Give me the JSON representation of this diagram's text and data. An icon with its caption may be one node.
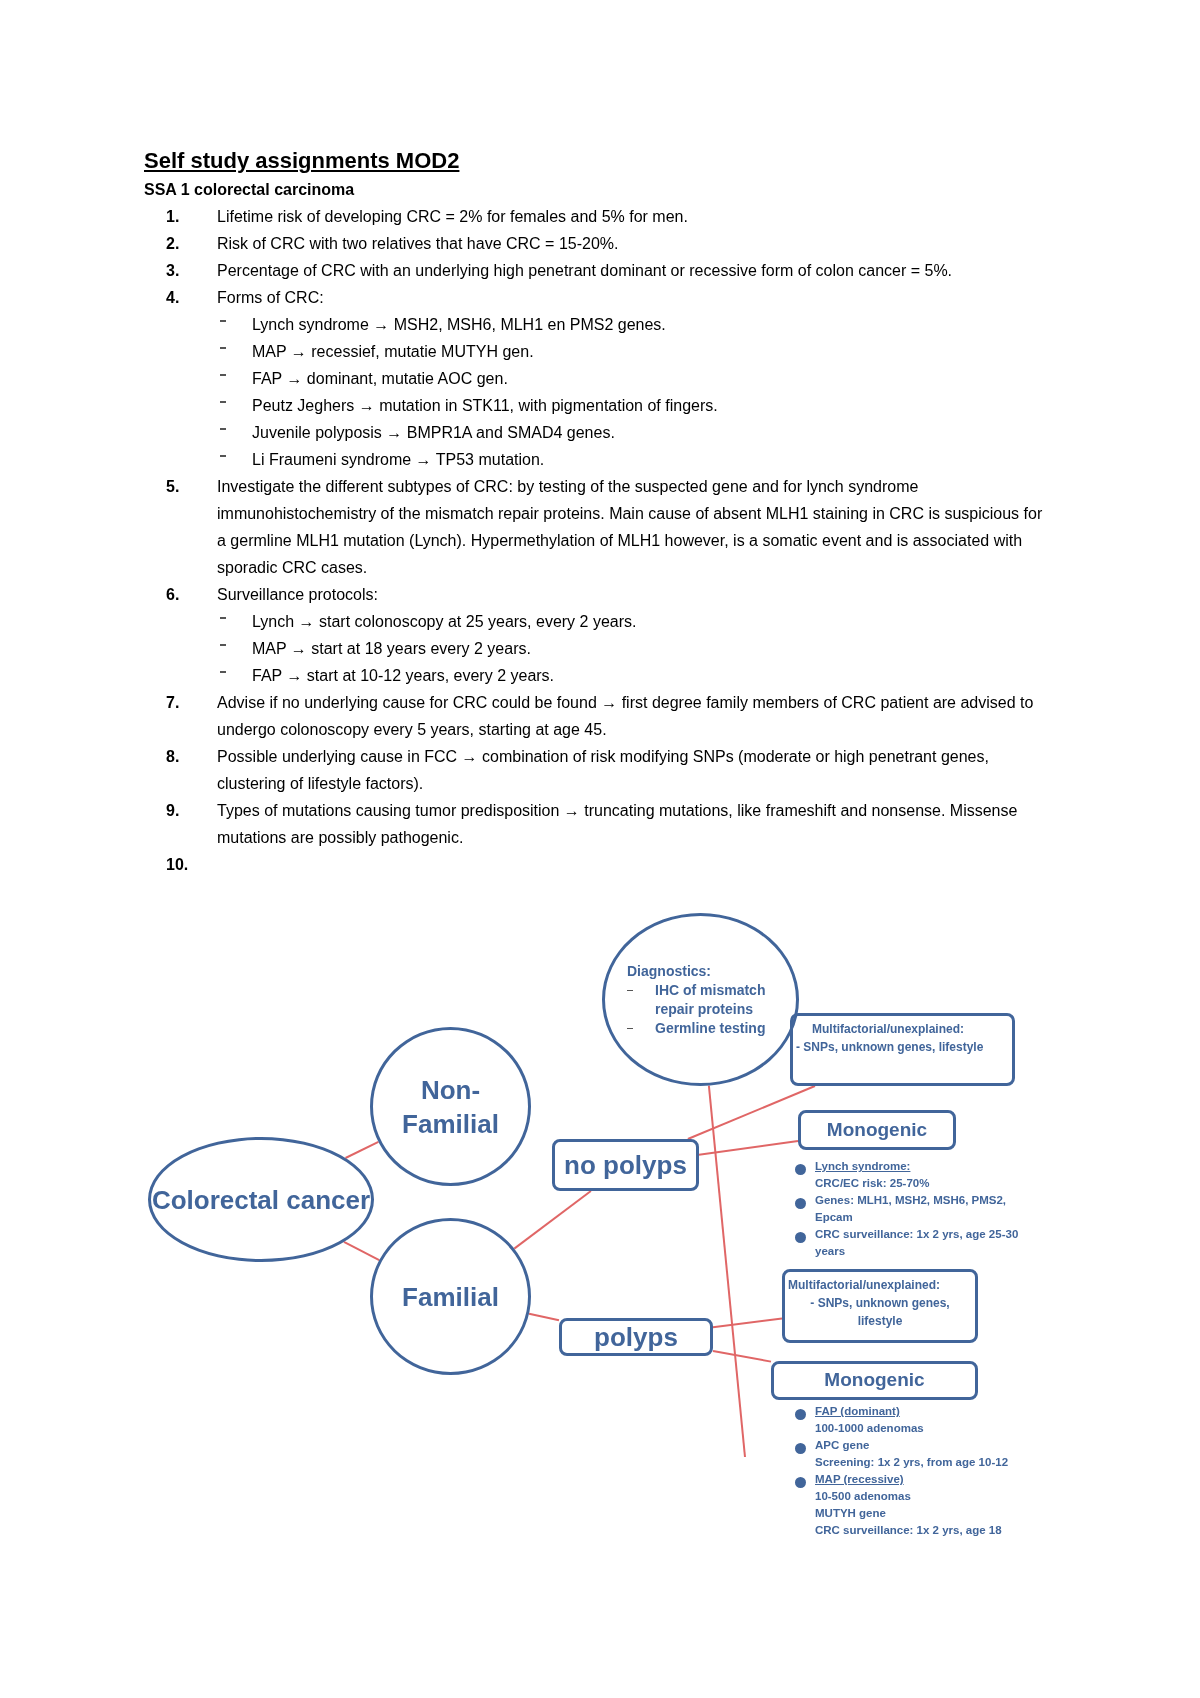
{
  "diagram": {
    "title": "Self study assignments MOD2",
    "nodes": [
      {
        "text": [
          "Colorectal cancer"
        ]
      },
      {
        "text": [
          "Non-Familial"
        ]
      },
      {
        "text": [
          "Familial"
        ]
      },
      {
        "text": [
          "no polyps"
        ]
      },
      {
        "text": [
          "polyps"
        ]
      },
      {
        "text": [
          "Diagnostics:",
          "IHC of mismatch repair proteins",
          "Germline testing"
        ]
      },
      {
        "text": [
          "Multifactorial/unexplained:",
          "- SNPs, unknown genes, lifestyle"
        ]
      },
      {
        "text": [
          "Monogenic"
        ],
        "beside": [
          "Lynch syndrome:",
          "CRC/EC risk: 25-70%",
          "Genes: MLH1, MSH2, MSH6, PMS2, Epcam",
          "CRC surveillance: 1x 2 yrs, age 25-30 years"
        ]
      },
      {
        "text": [
          "Multifactorial/unexplained:",
          "- SNPs, unknown genes, lifestyle"
        ]
      },
      {
        "text": [
          "Monogenic"
        ],
        "beside": [
          "FAP (dominant)",
          "100-1000 adenomas",
          "APC gene",
          "Screening: 1x 2 yrs, from age 10-12",
          "MAP (recessive)",
          "10-500 adenomas",
          "MUTYH gene",
          "CRC surveillance: 1x 2 yrs, age 18"
        ]
      }
    ],
    "edges": [
      {
        "from": 0,
        "to": 1,
        "arrow": "none"
      },
      {
        "from": 0,
        "to": 2,
        "arrow": "none"
      },
      {
        "from": 2,
        "to": 3,
        "arrow": "none"
      },
      {
        "from": 2,
        "to": 4,
        "arrow": "none"
      },
      {
        "from": 3,
        "to": 6,
        "arrow": "none"
      },
      {
        "from": 3,
        "to": 7,
        "arrow": "none"
      },
      {
        "from": 4,
        "to": 8,
        "arrow": "none"
      },
      {
        "from": 4,
        "to": 9,
        "arrow": "none"
      },
      {
        "from": 5,
        "to": null,
        "arrow": "none"
      }
    ],
    "labels": [
      "SSA 1 colorectal carcinoma",
      "1.",
      "Lifetime risk of developing CRC = 2% for females and 5% for men.",
      "2.",
      "Risk of CRC with two relatives that have CRC = 15-20%.",
      "3.",
      "Percentage of CRC with an underlying high penetrant dominant or recessive form of colon cancer = 5%.",
      "4.",
      "Forms of CRC:",
      "Lynch syndrome → MSH2, MSH6, MLH1 en PMS2 genes.",
      "MAP → recessief, mutatie MUTYH gen.",
      "FAP → dominant, mutatie AOC gen.",
      "Peutz Jeghers → mutation in STK11, with pigmentation of fingers.",
      "Juvenile polyposis → BMPR1A and SMAD4 genes.",
      "Li Fraumeni syndrome → TP53 mutation.",
      "5.",
      "Investigate the different subtypes of CRC: by testing of the suspected gene and for lynch syndrome immunohistochemistry of the mismatch repair proteins. Main cause of absent MLH1 staining in CRC is suspicious for a germline MLH1 mutation (Lynch). Hypermethylation of MLH1 however, is a somatic event and is associated with sporadic CRC cases.",
      "6.",
      "Surveillance protocols:",
      "Lynch → start colonoscopy at 25 years, every 2 years.",
      "MAP → start at 18 years every 2 years.",
      "FAP → start at 10-12 years, every 2 years.",
      "7.",
      "Advise if no underlying cause for CRC could be found → first degree family members of CRC patient are advised to undergo colonoscopy every 5 years, starting at age 45.",
      "8.",
      "Possible underlying cause in FCC → combination of risk modifying SNPs (moderate or high penetrant genes, clustering of lifestyle factors).",
      "9.",
      "Types of mutations causing tumor predisposition → truncating mutations, like frameshift and nonsense. Missense mutations are possibly pathogenic.",
      "10."
    ]
  }
}
